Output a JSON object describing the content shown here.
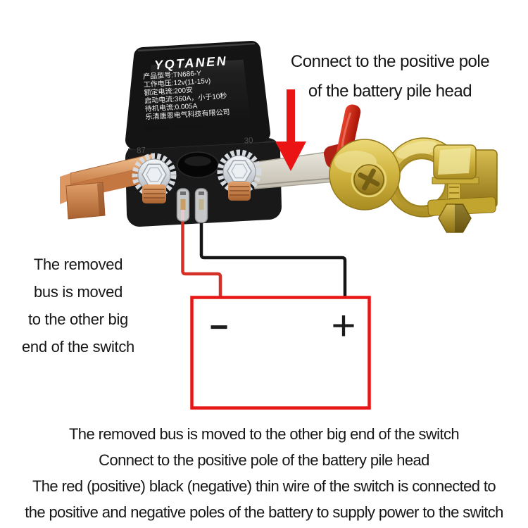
{
  "page": {
    "background": "#ffffff"
  },
  "device": {
    "brand": "YQTANEN",
    "label_lines": [
      "产品型号:TN686-Y",
      "工作电压:12v(11-15v)",
      "额定电流:200安",
      "启动电流:360A，小于10秒",
      "待机电流:0.005A",
      "乐清唐恩电气科技有限公司"
    ],
    "terminal_marks": [
      "87",
      "30"
    ]
  },
  "annotations": {
    "top_right": [
      "Connect to the positive pole",
      "of the battery pile head"
    ],
    "left": [
      "The removed",
      "bus is moved",
      "to the other big",
      "end of the switch"
    ],
    "bottom": [
      "The removed bus is moved to the other big end of the switch",
      "Connect to the positive pole of the battery pile head",
      "The red (positive) black (negative) thin wire of the switch is connected to",
      "the positive and negative poles of the battery to supply power to the switch"
    ]
  },
  "battery": {
    "minus": "−",
    "plus": "+"
  },
  "icons": {
    "arrow": "down-arrow"
  },
  "colors": {
    "accent_red": "#ea1414",
    "battery_box_red": "#e81717",
    "wire_red": "#d43027",
    "wire_black": "#151515",
    "relay_body": "#1a1a1a",
    "copper": "#cf8550",
    "brass": "#c9ad3c",
    "strip_silver": "#d8d4c9"
  }
}
